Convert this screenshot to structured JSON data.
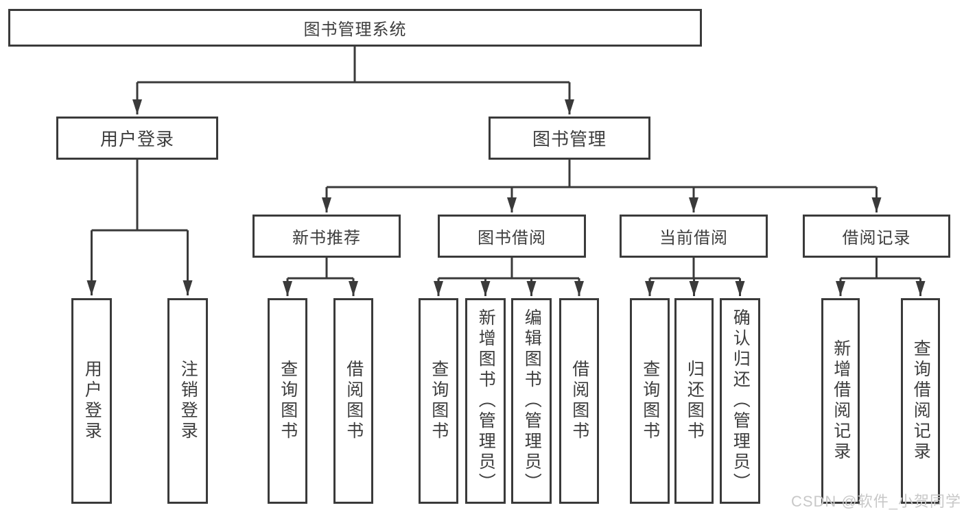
{
  "diagram": {
    "root": {
      "label": "图书管理系统"
    },
    "branches": [
      {
        "label": "用户登录",
        "children": [
          {
            "label": "用户登录"
          },
          {
            "label": "注销登录"
          }
        ]
      },
      {
        "label": "图书管理",
        "children": [
          {
            "label": "新书推荐",
            "children": [
              {
                "label": "查询图书"
              },
              {
                "label": "借阅图书"
              }
            ]
          },
          {
            "label": "图书借阅",
            "children": [
              {
                "label": "查询图书"
              },
              {
                "label": "新增图书（管理员）"
              },
              {
                "label": "编辑图书（管理员）"
              },
              {
                "label": "借阅图书"
              }
            ]
          },
          {
            "label": "当前借阅",
            "children": [
              {
                "label": "查询图书"
              },
              {
                "label": "归还图书"
              },
              {
                "label": "确认归还（管理员）"
              }
            ]
          },
          {
            "label": "借阅记录",
            "children": [
              {
                "label": "新增借阅记录"
              },
              {
                "label": "查询借阅记录"
              }
            ]
          }
        ]
      }
    ]
  },
  "watermark": {
    "text": "CSDN @软件_小贺同学"
  },
  "colors": {
    "line": "#3a3a3a",
    "text": "#3d3d3d",
    "watermark": "#c8c8c8",
    "background": "#ffffff"
  }
}
